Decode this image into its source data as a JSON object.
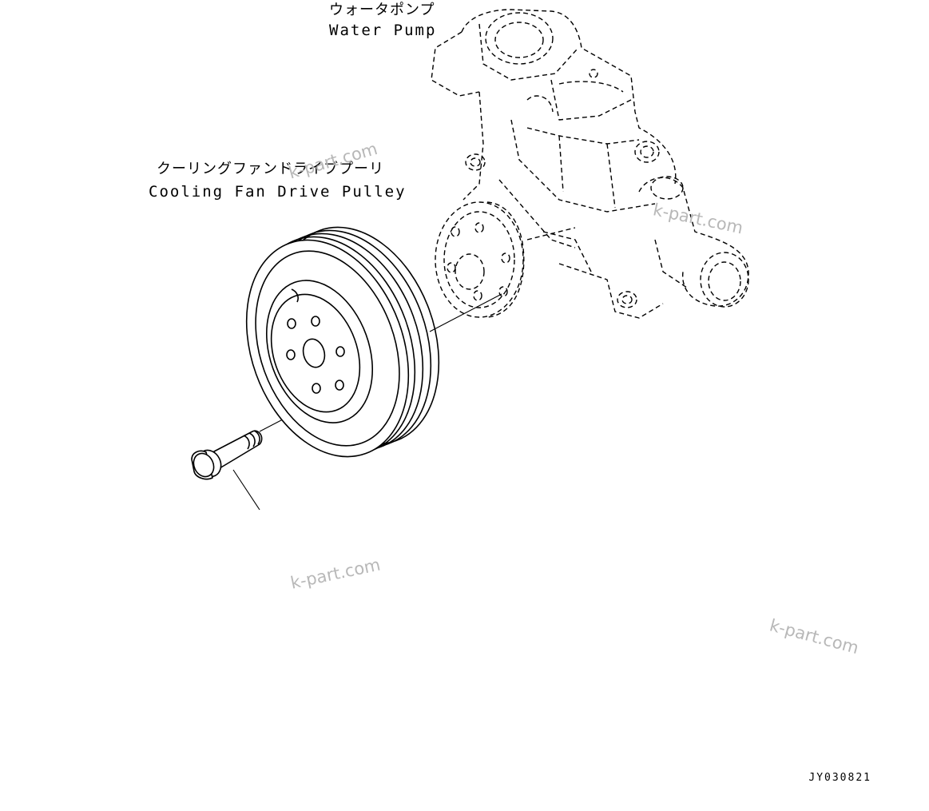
{
  "labels": {
    "water_pump_jp": "ウォータポンプ",
    "water_pump_en": "Water Pump",
    "pulley_jp": "クーリングファンドライブプーリ",
    "pulley_en": "Cooling Fan Drive Pulley"
  },
  "drawing_code": "JY030821",
  "watermarks": [
    "k-part.com",
    "k-part.com",
    "k-part.com",
    "k-part.com"
  ],
  "colors": {
    "line": "#000000",
    "watermark": "#b8b8b8",
    "background": "#ffffff"
  }
}
